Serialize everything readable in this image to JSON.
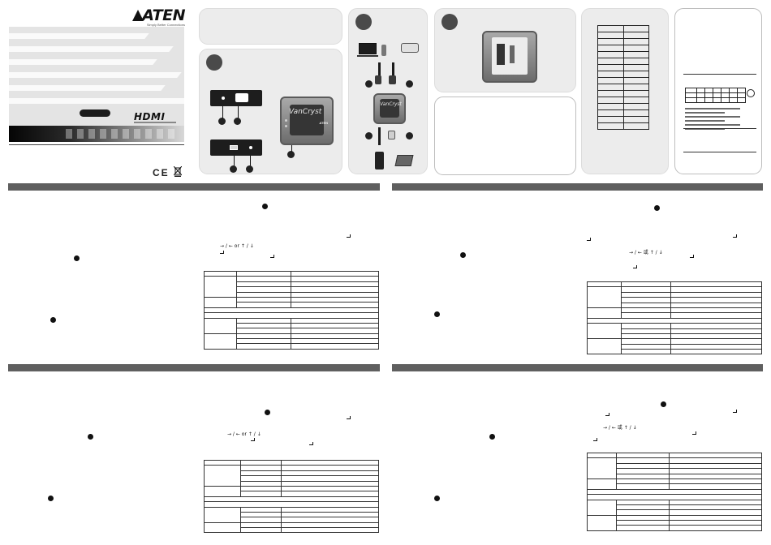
{
  "cover": {
    "brand": "ATEN",
    "tagline": "Simply Better Connections",
    "hdmi_logo": "HDMI",
    "certifications": "CE"
  },
  "diagram": {
    "product_name": "VanCryst",
    "device_brand": "ATEN"
  },
  "sections": {
    "s1": {
      "arrows_text": "→ / ← or ↑ / ↓"
    },
    "s2": {
      "arrows_text": "→ / ← 或 ↑ / ↓"
    },
    "s3": {
      "arrows_text": "→ / ← or ↑ / ↓"
    },
    "s4": {
      "arrows_text": "→ / ← 或 ↑ / ↓"
    }
  }
}
